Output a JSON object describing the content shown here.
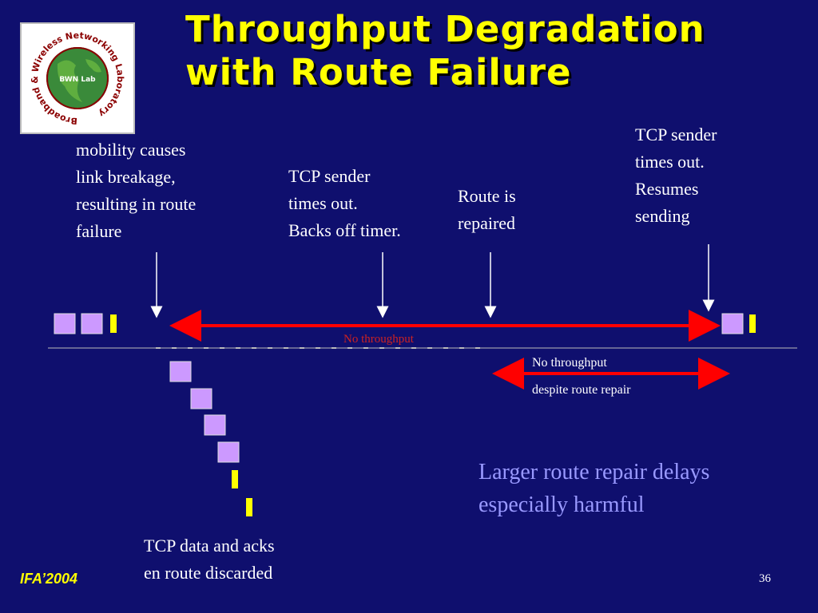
{
  "slide": {
    "title_lines": [
      "Throughput Degradation",
      "with Route Failure"
    ],
    "logo": {
      "ring_text": "Broadband & Wireless Networking Laboratory",
      "center_text": "BWN Lab"
    },
    "annotations": {
      "mobility": [
        "mobility causes",
        "link breakage,",
        "resulting in route",
        "failure"
      ],
      "backoff": [
        "TCP sender",
        "times out.",
        "Backs off timer."
      ],
      "repaired": [
        "Route is",
        "repaired"
      ],
      "resumes": [
        "TCP sender",
        "times out.",
        "Resumes",
        "sending"
      ],
      "discarded": [
        "TCP data and acks",
        "en route discarded"
      ]
    },
    "no_throughput_label": "No throughput",
    "repair_gap_label": [
      "No throughput",
      "despite route repair"
    ],
    "emphasis": [
      "Larger route repair delays",
      "especially harmful"
    ],
    "footer": "IFA’2004",
    "page_number": "36",
    "colors": {
      "background": "#0f0f6e",
      "title": "#ffff00",
      "packet": "#cc99ff",
      "ack": "#ffff00",
      "arrow": "#ff0000",
      "emphasis": "#9999ff"
    }
  }
}
